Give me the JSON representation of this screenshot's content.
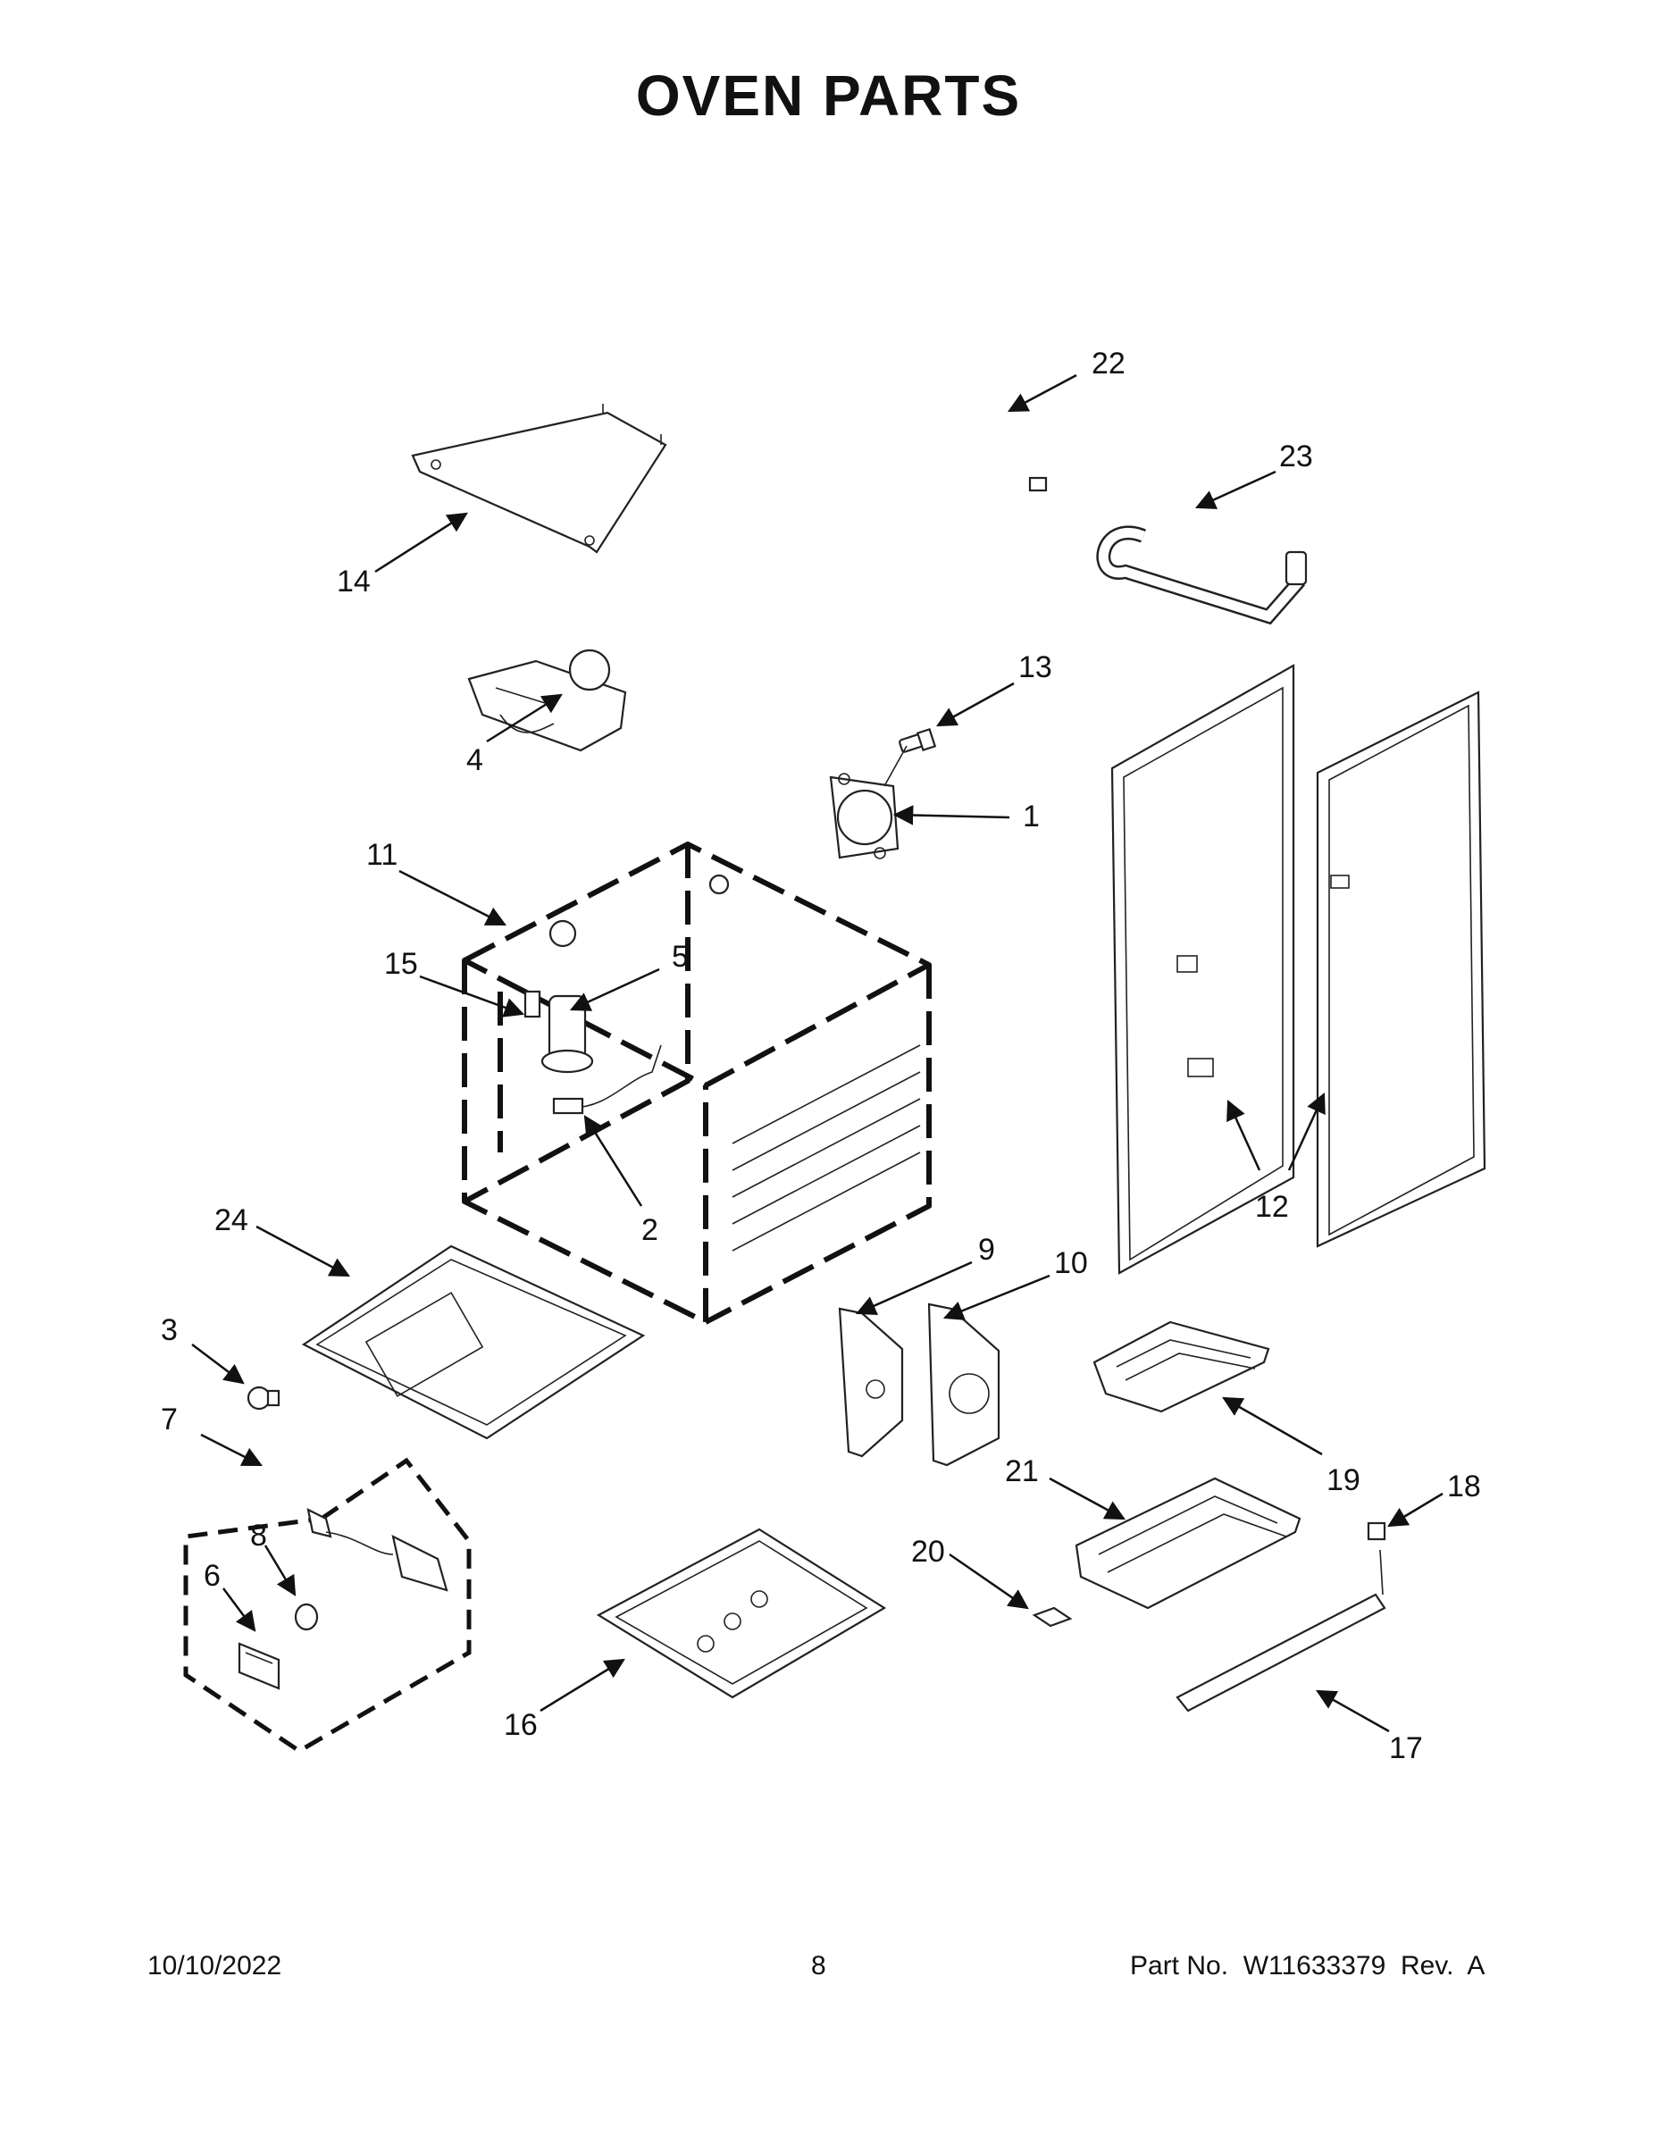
{
  "title": "OVEN PARTS",
  "callouts": [
    {
      "id": "c1",
      "text": "1"
    },
    {
      "id": "c2",
      "text": "2"
    },
    {
      "id": "c3",
      "text": "3"
    },
    {
      "id": "c4",
      "text": "4"
    },
    {
      "id": "c5",
      "text": "5"
    },
    {
      "id": "c6",
      "text": "6"
    },
    {
      "id": "c7",
      "text": "7"
    },
    {
      "id": "c8",
      "text": "8"
    },
    {
      "id": "c9",
      "text": "9"
    },
    {
      "id": "c10",
      "text": "10"
    },
    {
      "id": "c11",
      "text": "11"
    },
    {
      "id": "c12",
      "text": "12"
    },
    {
      "id": "c13",
      "text": "13"
    },
    {
      "id": "c14",
      "text": "14"
    },
    {
      "id": "c15",
      "text": "15"
    },
    {
      "id": "c16",
      "text": "16"
    },
    {
      "id": "c17",
      "text": "17"
    },
    {
      "id": "c18",
      "text": "18"
    },
    {
      "id": "c19",
      "text": "19"
    },
    {
      "id": "c20",
      "text": "20"
    },
    {
      "id": "c21",
      "text": "21"
    },
    {
      "id": "c22",
      "text": "22"
    },
    {
      "id": "c23",
      "text": "23"
    },
    {
      "id": "c24",
      "text": "24"
    }
  ],
  "footer": {
    "date": "10/10/2022",
    "page": "8",
    "part_no": "Part No.  W11633379  Rev.  A"
  }
}
